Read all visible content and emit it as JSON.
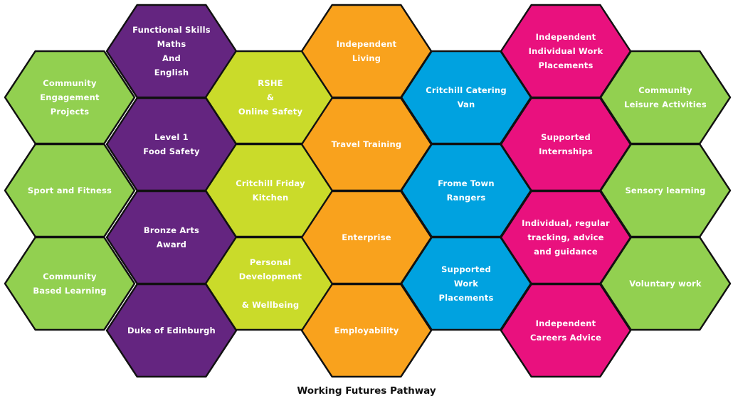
{
  "diagram": {
    "caption": "Working Futures Pathway",
    "colors": {
      "green": "#92D050",
      "purple": "#642580",
      "yellow": "#CADB2A",
      "orange": "#F9A21D",
      "blue": "#00A2E0",
      "pink": "#E9117E",
      "outline": "#111111",
      "text": "#FFFFFF"
    },
    "columns": [
      {
        "color": "green",
        "cells": [
          {
            "lines": [
              "Community",
              "Engagement",
              "Projects"
            ]
          },
          {
            "lines": [
              "Sport and Fitness"
            ]
          },
          {
            "lines": [
              "Community",
              "Based Learning"
            ]
          }
        ]
      },
      {
        "color": "purple",
        "cells": [
          {
            "lines": [
              "Functional Skills",
              "Maths",
              "And",
              "English"
            ]
          },
          {
            "lines": [
              "Level 1",
              "Food Safety"
            ]
          },
          {
            "lines": [
              "Bronze Arts",
              "Award"
            ]
          },
          {
            "lines": [
              "Duke of Edinburgh"
            ]
          }
        ]
      },
      {
        "color": "yellow",
        "cells": [
          {
            "lines": [
              "RSHE",
              "&",
              "Online Safety"
            ]
          },
          {
            "lines": [
              "Critchill Friday",
              "Kitchen"
            ]
          },
          {
            "lines": [
              "Personal",
              "Development",
              "",
              "&  Wellbeing"
            ]
          }
        ]
      },
      {
        "color": "orange",
        "cells": [
          {
            "lines": [
              "Independent",
              "Living"
            ]
          },
          {
            "lines": [
              "Travel Training"
            ]
          },
          {
            "lines": [
              "Enterprise"
            ]
          },
          {
            "lines": [
              "Employability"
            ]
          }
        ]
      },
      {
        "color": "blue",
        "cells": [
          {
            "lines": [
              "Critchill Catering",
              "Van"
            ]
          },
          {
            "lines": [
              "Frome Town",
              "Rangers"
            ]
          },
          {
            "lines": [
              "Supported",
              "Work",
              "Placements"
            ]
          }
        ]
      },
      {
        "color": "pink",
        "cells": [
          {
            "lines": [
              "Independent",
              "Individual Work",
              "Placements"
            ]
          },
          {
            "lines": [
              "Supported",
              "Internships"
            ]
          },
          {
            "lines": [
              "Individual, regular",
              "tracking, advice",
              "and guidance"
            ]
          },
          {
            "lines": [
              "Independent",
              "Careers Advice"
            ]
          }
        ]
      },
      {
        "color": "green",
        "cells": [
          {
            "lines": [
              "Community",
              "Leisure Activities"
            ]
          },
          {
            "lines": [
              "Sensory learning"
            ]
          },
          {
            "lines": [
              "Voluntary work"
            ]
          }
        ]
      }
    ]
  }
}
